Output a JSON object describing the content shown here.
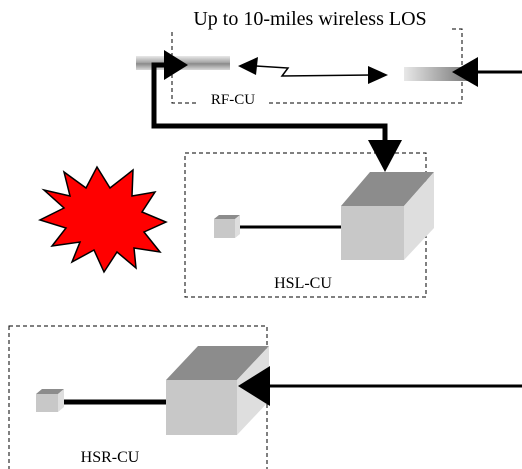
{
  "labels": {
    "link": "Up to 10-miles wireless LOS",
    "rf_unit": "RF-CU",
    "hsl_unit": "HSL-CU",
    "hsr_unit": "HSR-CU"
  },
  "colors": {
    "background": "#ffffff",
    "line": "#000000",
    "alarm": "#ff0000",
    "cube_front": "#c8c8c8",
    "cube_top": "#8c8c8c",
    "cube_side": "#dedede",
    "antenna_light": "#e6e6e6",
    "antenna_dark": "#8a8a8a"
  },
  "icons": {
    "alarm": "explosion-burst-icon",
    "antenna": "antenna-panel-icon",
    "control_unit": "cube-icon",
    "connector": "small-box-icon"
  }
}
